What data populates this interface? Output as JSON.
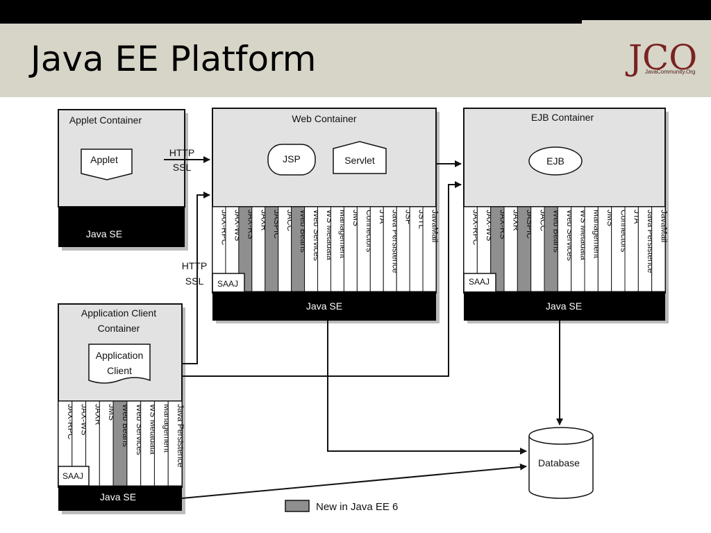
{
  "slide": {
    "title": "Java EE Platform"
  },
  "logo": {
    "mark": "JCO",
    "text": "JavaCommunity.Org"
  },
  "applet_container": {
    "title": "Applet Container",
    "component": "Applet",
    "java_se": "Java SE"
  },
  "web_container": {
    "title": "Web Container",
    "jsp": "JSP",
    "servlet": "Servlet",
    "java_se": "Java SE",
    "saaj": "SAAJ",
    "apis": [
      {
        "label": "JAX-RPC",
        "new": false
      },
      {
        "label": "JAX-WS",
        "new": false
      },
      {
        "label": "JAX-RS",
        "new": true
      },
      {
        "label": "JAXR",
        "new": false
      },
      {
        "label": "JASPIC",
        "new": true
      },
      {
        "label": "JACC",
        "new": false
      },
      {
        "label": "Web Beans",
        "new": true
      },
      {
        "label": "Web Services",
        "new": false
      },
      {
        "label": "WS Metadata",
        "new": false
      },
      {
        "label": "Management",
        "new": false
      },
      {
        "label": "JMS",
        "new": false
      },
      {
        "label": "Connectors",
        "new": false
      },
      {
        "label": "JTA",
        "new": false
      },
      {
        "label": "Java Persistence",
        "new": false
      },
      {
        "label": "JSF",
        "new": false
      },
      {
        "label": "JSTL",
        "new": false
      },
      {
        "label": "JavaMail",
        "new": false
      }
    ]
  },
  "ejb_container": {
    "title": "EJB Container",
    "ejb": "EJB",
    "java_se": "Java SE",
    "saaj": "SAAJ",
    "apis": [
      {
        "label": "JAX-RPC",
        "new": false
      },
      {
        "label": "JAX-WS",
        "new": false
      },
      {
        "label": "JAX-RS",
        "new": true
      },
      {
        "label": "JAXR",
        "new": false
      },
      {
        "label": "JASPIC",
        "new": true
      },
      {
        "label": "JACC",
        "new": false
      },
      {
        "label": "Web Beans",
        "new": true
      },
      {
        "label": "Web Services",
        "new": false
      },
      {
        "label": "WS Metadata",
        "new": false
      },
      {
        "label": "Management",
        "new": false
      },
      {
        "label": "JMS",
        "new": false
      },
      {
        "label": "Connectors",
        "new": false
      },
      {
        "label": "JTA",
        "new": false
      },
      {
        "label": "Java Persistence",
        "new": false
      },
      {
        "label": "JavaMail",
        "new": false
      }
    ]
  },
  "app_client_container": {
    "title_line1": "Application Client",
    "title_line2": "Container",
    "component_line1": "Application",
    "component_line2": "Client",
    "java_se": "Java SE",
    "saaj": "SAAJ",
    "apis": [
      {
        "label": "JAX-RPC",
        "new": false
      },
      {
        "label": "JAX-WS",
        "new": false
      },
      {
        "label": "JAXR",
        "new": false
      },
      {
        "label": "JMS",
        "new": false
      },
      {
        "label": "Web Beans",
        "new": true
      },
      {
        "label": "Web Services",
        "new": false
      },
      {
        "label": "WS Metadata",
        "new": false
      },
      {
        "label": "Management",
        "new": false
      },
      {
        "label": "Java Persistence",
        "new": false
      }
    ]
  },
  "connections": {
    "http1": "HTTP",
    "ssl1": "SSL",
    "http2": "HTTP",
    "ssl2": "SSL"
  },
  "database": {
    "label": "Database"
  },
  "legend": {
    "label": "New in Java EE 6"
  },
  "colors": {
    "header_bg": "#d7d5c7",
    "container_bg": "#e2e2e2",
    "new_api": "#8f8f8f",
    "java_se_bar": "#000000"
  }
}
